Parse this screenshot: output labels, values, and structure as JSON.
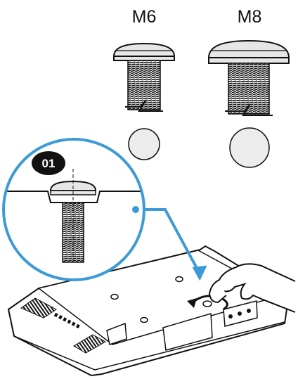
{
  "labels": {
    "screw_small": "M6",
    "screw_large": "M8"
  },
  "callout": {
    "step_badge": "01"
  },
  "colors": {
    "callout_accent": "#3d9ad6",
    "ink": "#111111",
    "screw_fill": "#e6e6e6",
    "washer_fill": "#ececec"
  },
  "icons": {
    "rotation": "clockwise-rotation-arrow-icon",
    "pointer": "blue-callout-arrow-icon"
  }
}
